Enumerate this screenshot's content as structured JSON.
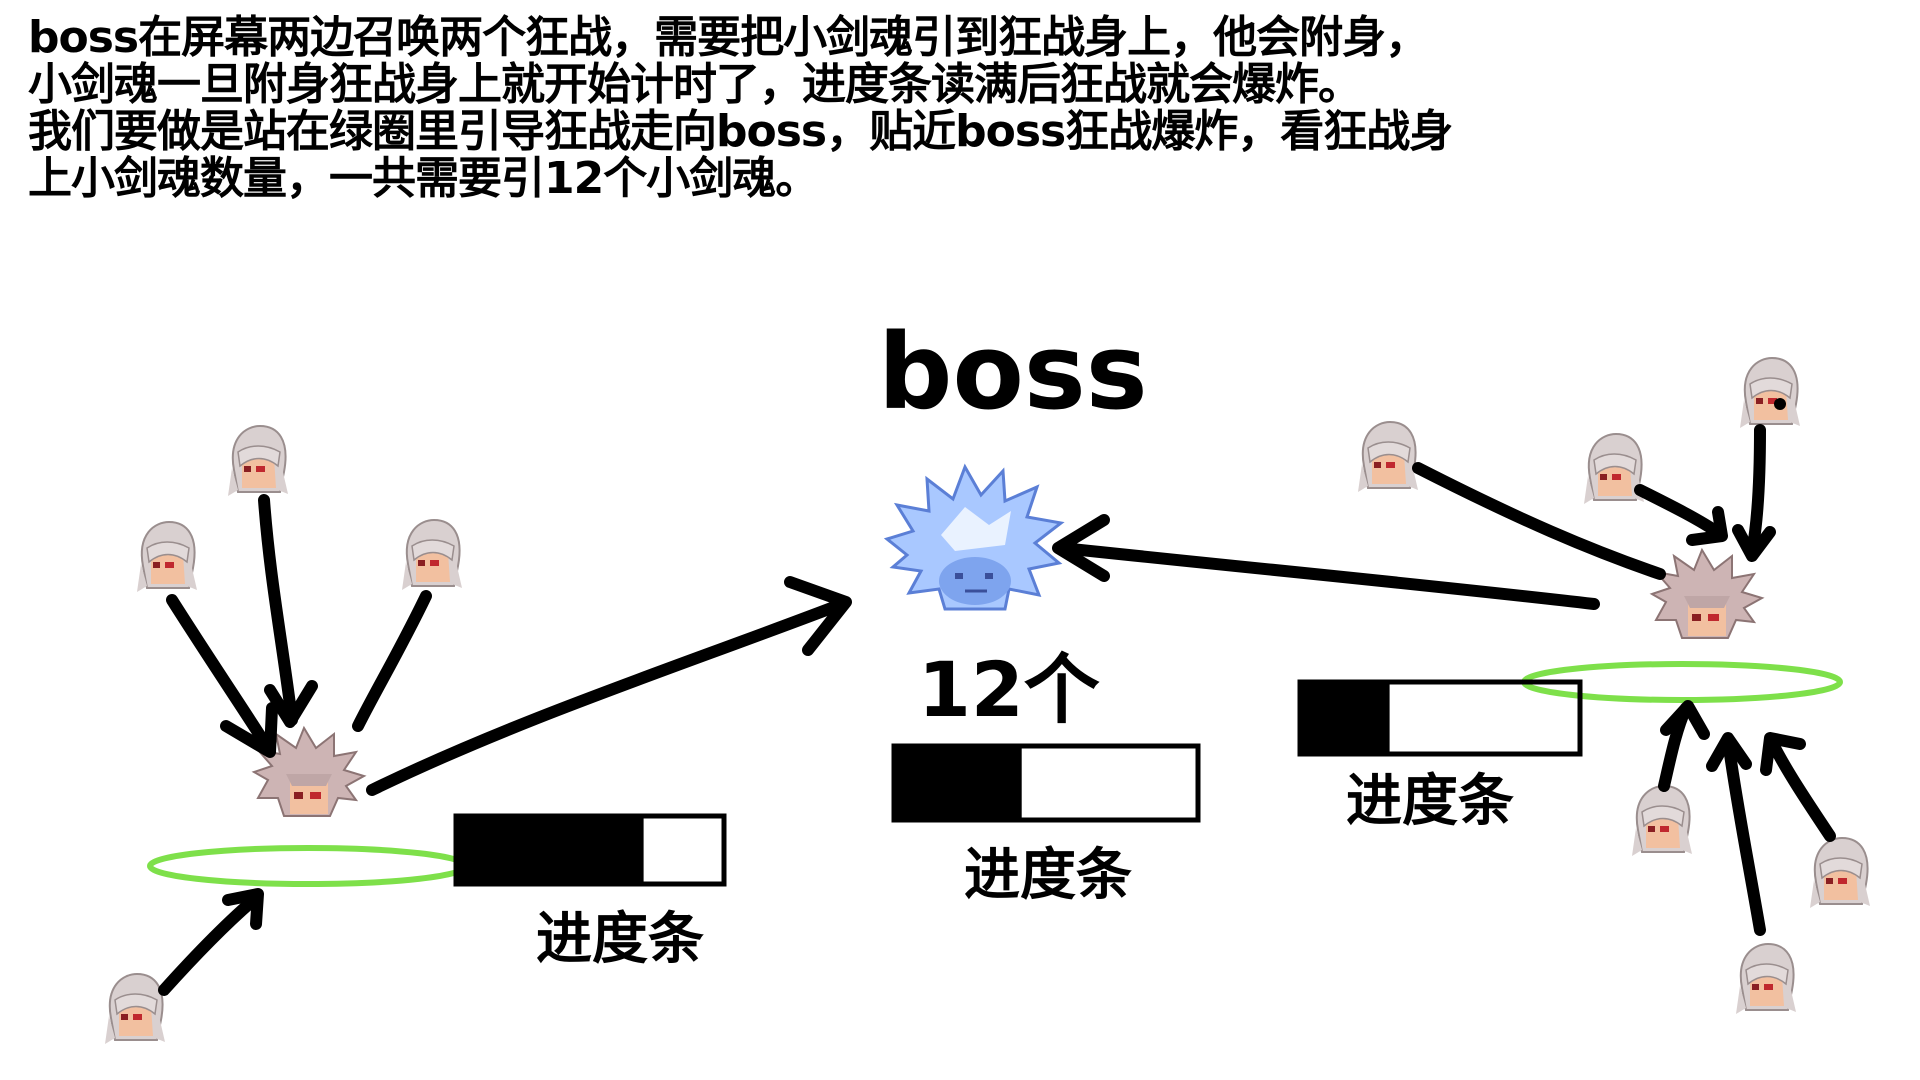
{
  "instructions": [
    "boss在屏幕两边召唤两个狂战，需要把小剑魂引到狂战身上，他会附身，",
    "小剑魂一旦附身狂战身上就开始计时了，进度条读满后狂战就会爆炸。",
    "我们要做是站在绿圈里引导狂战走向boss，贴近boss狂战爆炸，看狂战身",
    "上小剑魂数量，一共需要引12个小剑魂。"
  ],
  "boss": {
    "label": "boss",
    "count_label": "12个"
  },
  "progress_bars": [
    {
      "id": "left",
      "label": "进度条",
      "fill": 0.7
    },
    {
      "id": "center",
      "label": "进度条",
      "fill": 0.42
    },
    {
      "id": "right",
      "label": "进度条",
      "fill": 0.32
    }
  ],
  "colors": {
    "circle": "#7ee04a",
    "ink": "#000000",
    "boss_fill": "#a9c8ff",
    "boss_core": "#e9f2ff",
    "hair": "#d9d0d0",
    "berserker_hair": "#cdb4b4",
    "skin": "#f2c0a0",
    "eye": "#c0282e"
  },
  "icons": {
    "boss": "boss-spirit-icon",
    "berserker": "berserker-head-icon",
    "soul": "small-sword-soul-head-icon"
  }
}
